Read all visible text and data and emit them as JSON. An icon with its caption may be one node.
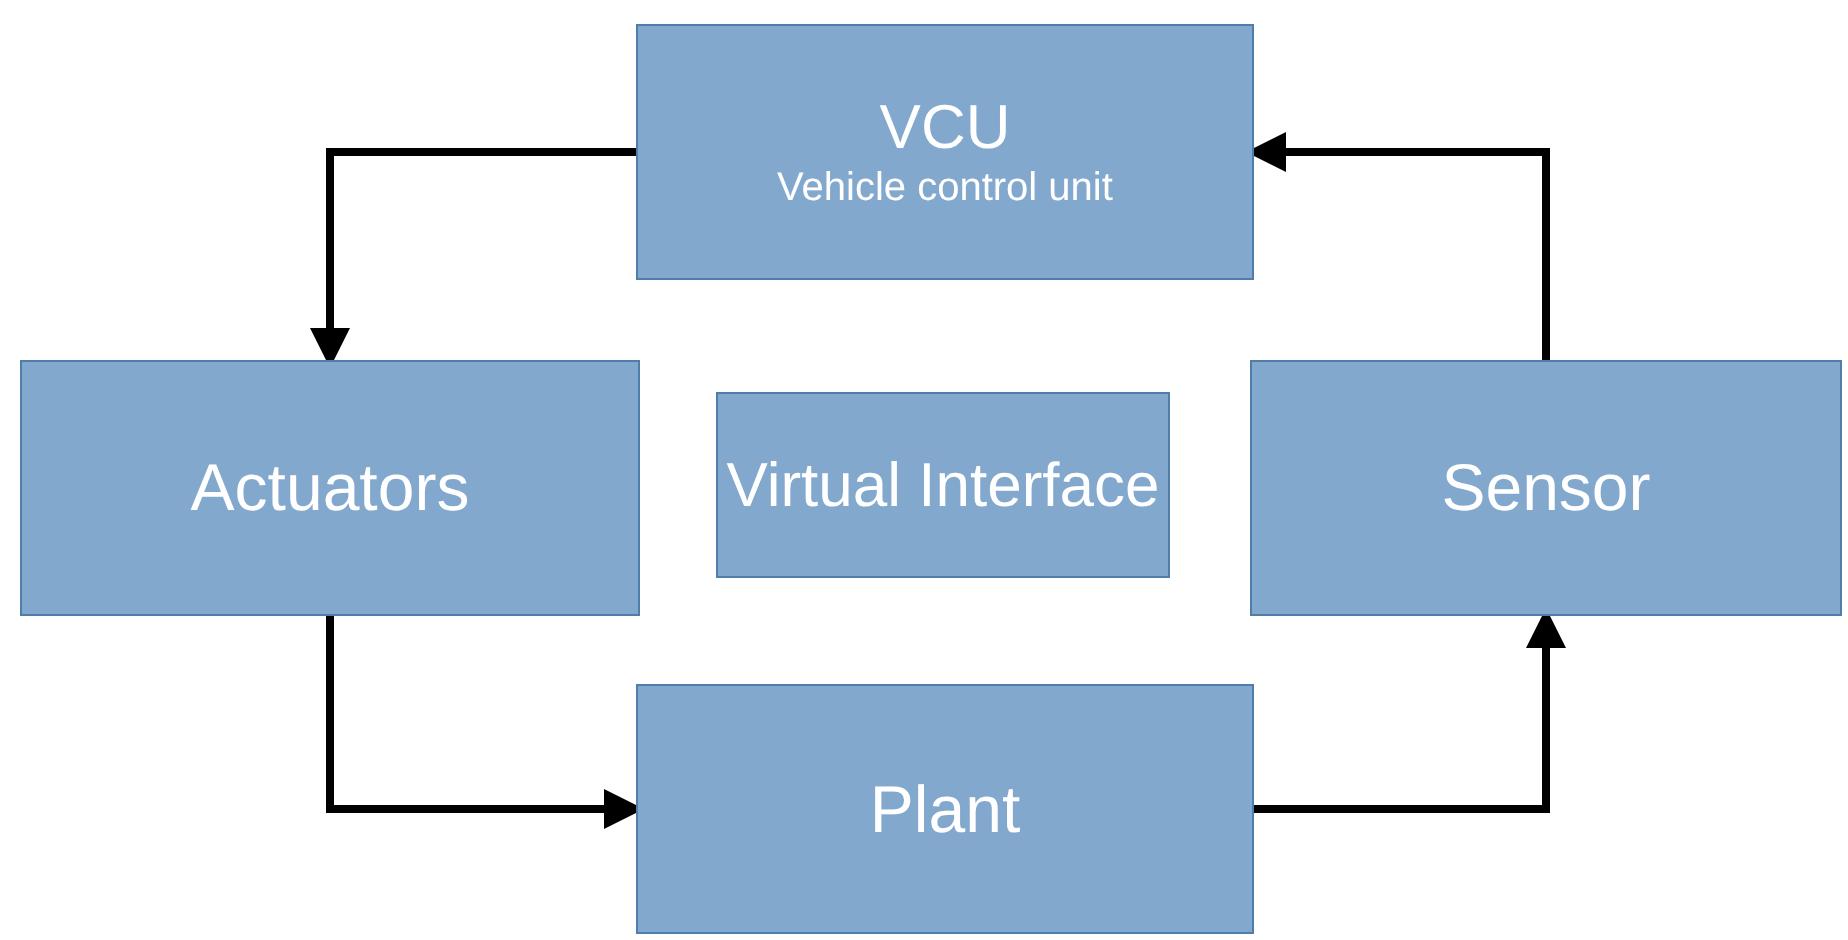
{
  "diagram": {
    "nodes": [
      {
        "text": [
          "VCU",
          "Vehicle control unit"
        ]
      },
      {
        "text": [
          "Actuators"
        ]
      },
      {
        "text": [
          "Virtual Interface"
        ]
      },
      {
        "text": [
          "Sensor"
        ]
      },
      {
        "text": [
          "Plant"
        ]
      }
    ],
    "edges": [
      {
        "from": 0,
        "to": 1,
        "arrow": "to"
      },
      {
        "from": 1,
        "to": 4,
        "arrow": "to"
      },
      {
        "from": 4,
        "to": 3,
        "arrow": "to"
      },
      {
        "from": 3,
        "to": 0,
        "arrow": "to"
      }
    ]
  }
}
